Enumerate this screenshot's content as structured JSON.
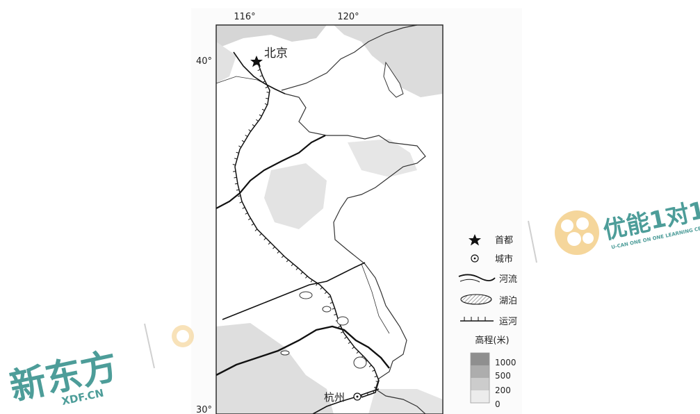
{
  "map": {
    "longitude_labels": [
      "116°",
      "120°"
    ],
    "latitude_labels": [
      "40°",
      "30°"
    ],
    "cities": [
      {
        "name": "北京",
        "type": "capital"
      },
      {
        "name": "杭州",
        "type": "city"
      }
    ]
  },
  "legend": {
    "items": [
      {
        "symbol": "star-icon",
        "label": "首都"
      },
      {
        "symbol": "city-dot-icon",
        "label": "城市"
      },
      {
        "symbol": "river-icon",
        "label": "河流"
      },
      {
        "symbol": "lake-icon",
        "label": "湖泊"
      },
      {
        "symbol": "canal-icon",
        "label": "运河"
      }
    ],
    "elevation_title": "高程(米)",
    "elevation_levels": [
      "1000",
      "500",
      "200",
      "0"
    ],
    "elevation_colors": [
      "#8f8f8f",
      "#adadad",
      "#cccccc",
      "#ececec"
    ]
  },
  "watermarks": {
    "left_brand": "新东方",
    "left_sub": "XDF.CN",
    "right_brand": "优能1对1",
    "right_sub": "U-CAN ONE ON ONE LEARNING CENTER"
  },
  "colors": {
    "watermark_teal": "#2f8c88",
    "watermark_orange": "#e8a64a",
    "land": "#ffffff",
    "terrain": "#c9c9c9"
  }
}
